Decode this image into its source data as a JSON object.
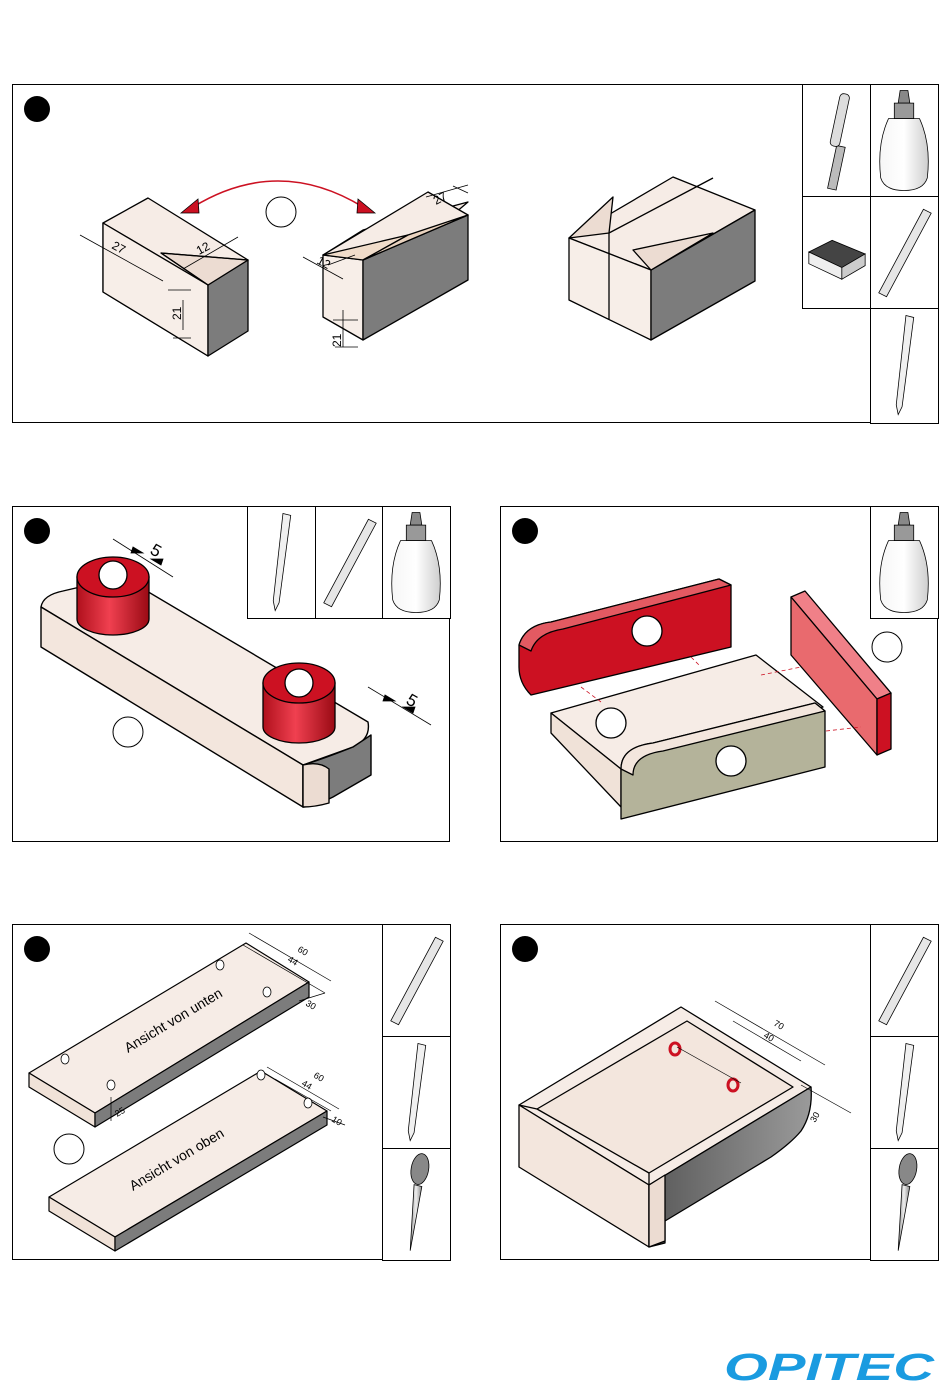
{
  "brand": {
    "logo_text": "OPITEC",
    "logo_color": "#1a9be0"
  },
  "colors": {
    "wood": "#f6ece6",
    "wood_shade": "#ead5c8",
    "grey_face": "#7a7a7a",
    "red": "#cc1122",
    "red_light": "#e96a6e",
    "olive": "#b4b39a"
  },
  "step1": {
    "dimensions": {
      "a27": "27",
      "a12": "12",
      "a21": "21",
      "b27": "27",
      "b12": "12",
      "b21": "21"
    }
  },
  "step2": {
    "dim_top": "5",
    "dim_right": "5"
  },
  "step4": {
    "label_bottom": "Ansicht von unten",
    "label_top": "Ansicht von oben",
    "dims_bottom": {
      "d60": "60",
      "d44": "44",
      "d30": "30",
      "d25": "25"
    },
    "dims_top": {
      "d60": "60",
      "d44": "44",
      "d10": "10"
    }
  },
  "step5": {
    "dims": {
      "d70": "70",
      "d40": "40",
      "d30": "30"
    }
  }
}
